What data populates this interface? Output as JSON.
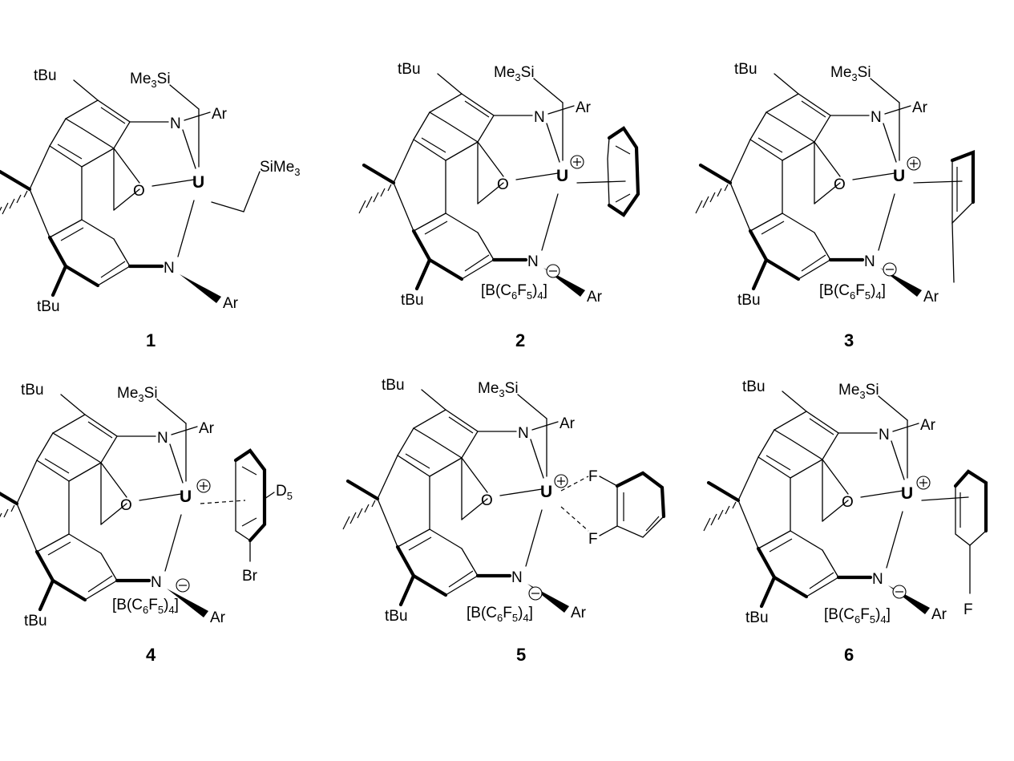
{
  "labels": {
    "tBu": "tBu",
    "me3si": "Me",
    "me3si_sub": "3",
    "me3si_tail": "Si",
    "simе3_head": "SiMe",
    "sime3_sub": "3",
    "N": "N",
    "O": "O",
    "U": "U",
    "Ar": "Ar",
    "F": "F",
    "Br": "Br",
    "D": "D",
    "D_sub": "5",
    "anion_a": "[B(C",
    "anion_6": "6",
    "anion_F": "F",
    "anion_5": "5",
    "anion_close": ")",
    "anion_4": "4",
    "anion_end": "]",
    "plus": "+",
    "minus": "−"
  },
  "compounds": [
    {
      "number": "1",
      "ligand": "SiMe3 (CH2SiMe3)",
      "cation": false
    },
    {
      "number": "2",
      "ligand": "benzene",
      "cation": true
    },
    {
      "number": "3",
      "ligand": "toluene",
      "cation": true
    },
    {
      "number": "4",
      "ligand": "bromobenzene-d5",
      "cation": true
    },
    {
      "number": "5",
      "ligand": "1,2-difluorobenzene",
      "cation": true
    },
    {
      "number": "6",
      "ligand": "fluorobenzene",
      "cation": true
    }
  ]
}
